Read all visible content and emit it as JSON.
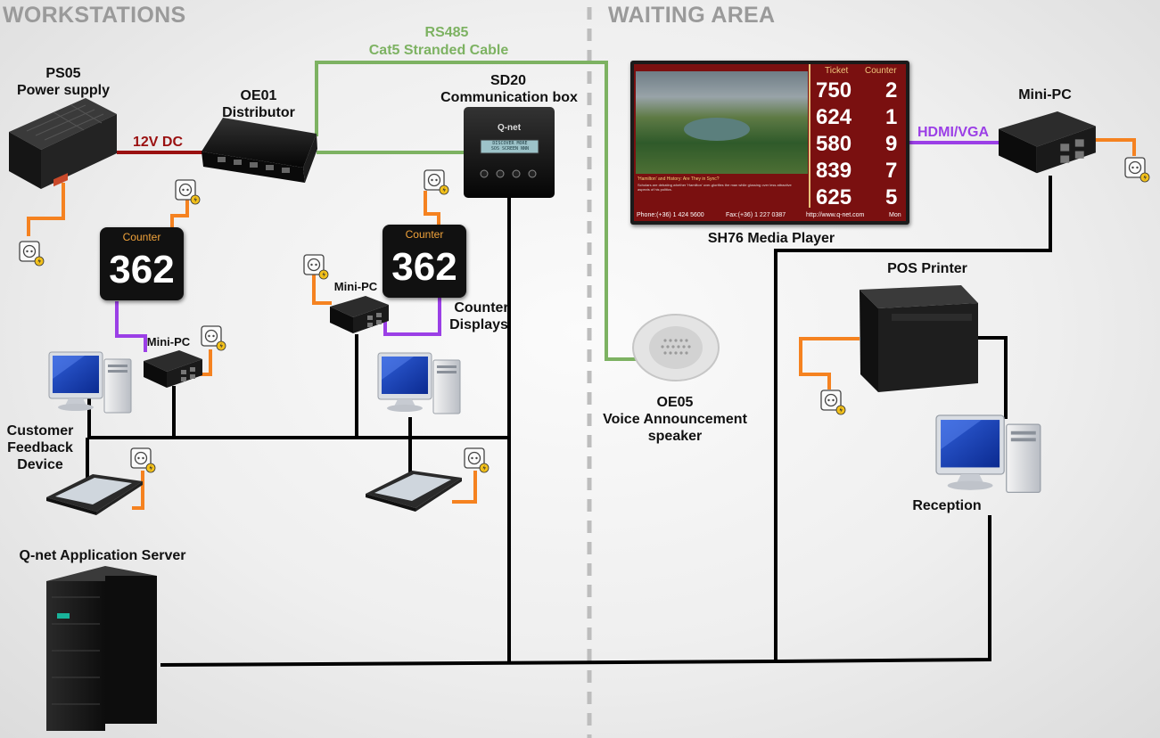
{
  "sections": {
    "workstations": "WORKSTATIONS",
    "waiting_area": "WAITING AREA"
  },
  "cable": {
    "line1": "RS485",
    "line2": "Cat5 Stranded Cable"
  },
  "labels": {
    "ps05_name": "PS05",
    "ps05_desc": "Power supply",
    "voltage": "12V DC",
    "oe01_name": "OE01",
    "oe01_desc": "Distributor",
    "sd20_name": "SD20",
    "sd20_desc": "Communication box",
    "minipc_left": "Mini-PC",
    "minipc_mid": "Mini-PC",
    "counter_displays_1": "Counter",
    "counter_displays_2": "Displays",
    "customer_feedback_1": "Customer",
    "customer_feedback_2": "Feedback",
    "customer_feedback_3": "Device",
    "oe05_name": "OE05",
    "oe05_desc1": "Voice Announcement",
    "oe05_desc2": "speaker",
    "sh76": "SH76 Media Player",
    "minipc_right": "Mini-PC",
    "hdmi": "HDMI/VGA",
    "pos_printer": "POS Printer",
    "reception": "Reception",
    "app_server": "Q-net Application Server"
  },
  "sd20_box": {
    "brand": "Q-net",
    "screen_line1": "DISCOVER MORE",
    "screen_line2": "SOS SCREEN NNN"
  },
  "counter_display": {
    "title": "Counter",
    "number": "362"
  },
  "media_player": {
    "headers": {
      "ticket": "Ticket",
      "counter": "Counter"
    },
    "rows": [
      {
        "ticket": "750",
        "counter": "2"
      },
      {
        "ticket": "624",
        "counter": "1"
      },
      {
        "ticket": "580",
        "counter": "9"
      },
      {
        "ticket": "839",
        "counter": "7"
      },
      {
        "ticket": "625",
        "counter": "5"
      }
    ],
    "news_headline": "'Hamilton' and History: Are They in Sync?",
    "news_text": "Scholars are debating whether 'Hamilton' over-glorifies the man while glossing over less attractive aspects of his politics.",
    "phone": "Phone:(+36) 1 424 5600",
    "fax": "Fax:(+36) 1 227 0387",
    "url": "http://www.q-net.com",
    "day": "Mon"
  },
  "colors": {
    "network": "#000000",
    "power": "#f58220",
    "rs485": "#7db262",
    "dc": "#9a1010",
    "hdmi": "#9b3fe6",
    "section_text": "#9a9a9a",
    "divider": "#c0c0c0"
  }
}
